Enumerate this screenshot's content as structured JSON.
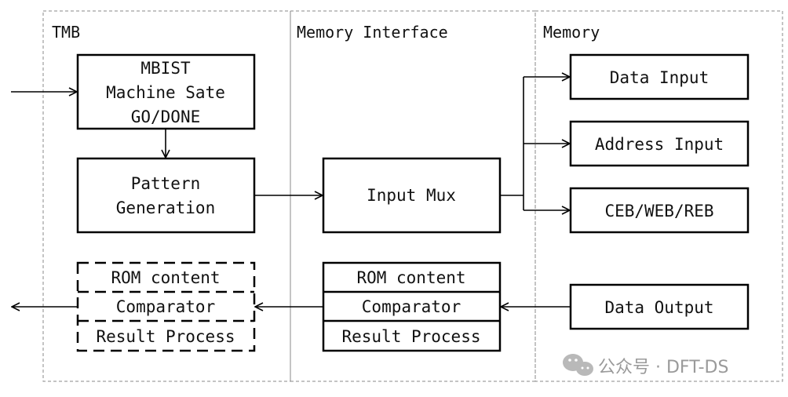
{
  "sections": {
    "tmb": "TMB",
    "memory_interface": "Memory Interface",
    "memory": "Memory"
  },
  "blocks": {
    "mbist": {
      "line1": "MBIST",
      "line2": "Machine Sate",
      "line3": "GO/DONE"
    },
    "pattern": {
      "line1": "Pattern",
      "line2": "Generation"
    },
    "input_mux": "Input Mux",
    "data_input": "Data Input",
    "address_input": "Address Input",
    "ceb_web_reb": "CEB/WEB/REB",
    "data_output": "Data Output",
    "tmb_stack": {
      "rom": "ROM content",
      "comparator": "Comparator",
      "result": "Result Process"
    },
    "mi_stack": {
      "rom": "ROM content",
      "comparator": "Comparator",
      "result": "Result Process"
    }
  },
  "watermark": {
    "text": "公众号 · DFT-DS",
    "icon": "wechat-icon"
  }
}
